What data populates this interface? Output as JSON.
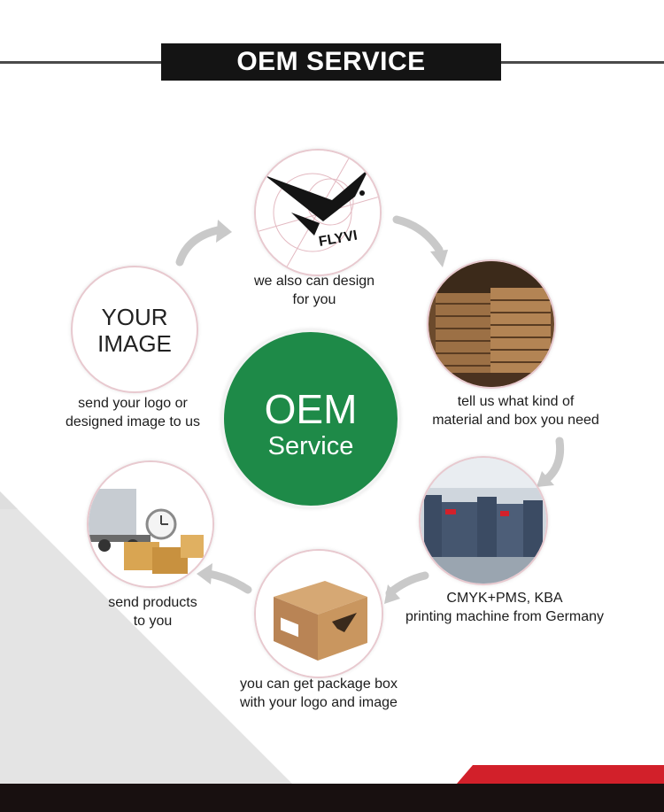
{
  "header": {
    "title": "OEM SERVICE"
  },
  "center": {
    "line1": "OEM",
    "line2": "Service"
  },
  "your_image": {
    "line1": "YOUR",
    "line2": "IMAGE"
  },
  "design_logo_text": "FLYVI",
  "steps": [
    {
      "id": "design",
      "lines": [
        "we also can design",
        "for you"
      ]
    },
    {
      "id": "material",
      "lines": [
        "tell us what kind of",
        "material and box you need"
      ]
    },
    {
      "id": "printing",
      "lines": [
        "CMYK+PMS, KBA",
        "printing machine from Germany"
      ]
    },
    {
      "id": "package",
      "lines": [
        "you can get package box",
        "with your logo and image"
      ]
    },
    {
      "id": "ship",
      "lines": [
        "send products",
        "to you"
      ]
    },
    {
      "id": "logo",
      "lines": [
        "send your logo or",
        "designed image to us"
      ]
    }
  ],
  "colors": {
    "center_green": "#1e8a48",
    "header_bg": "#141414",
    "accent_red": "#d2202a",
    "arrow_gray": "#c9c9c9",
    "bg_gray": "#e4e4e4"
  }
}
